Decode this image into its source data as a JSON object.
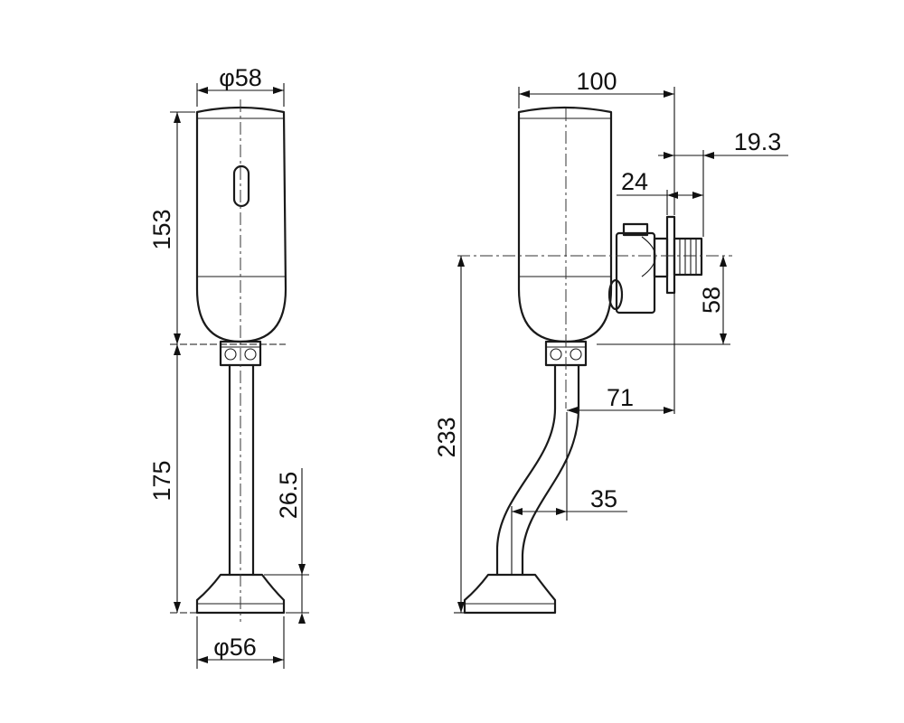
{
  "front_view": {
    "top_diameter": "φ58",
    "body_height": "153",
    "pipe_length": "175",
    "base_height": "26.5",
    "base_diameter": "φ56"
  },
  "side_view": {
    "overall_depth": "100",
    "flange_offset": "19.3",
    "connector_width": "24",
    "inlet_height": "58",
    "outlet_offset": "71",
    "pipe_offset": "35",
    "total_height": "233"
  }
}
